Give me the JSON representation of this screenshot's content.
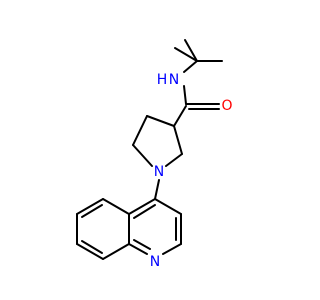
{
  "molecule": {
    "labels": {
      "amide_nh": "N",
      "amide_h": "H",
      "carbonyl_o": "O",
      "pyrrolidine_n": "N",
      "quinoline_n": "N"
    },
    "colors": {
      "bond": "#000000",
      "nitrogen": "#0000ff",
      "oxygen": "#ff0000"
    }
  }
}
